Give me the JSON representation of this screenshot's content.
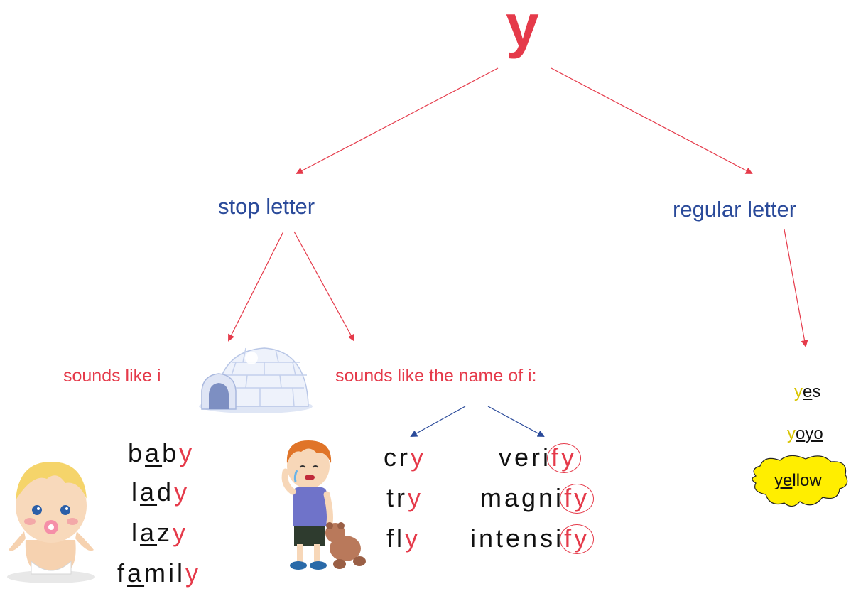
{
  "root": {
    "letter": "y"
  },
  "branches": {
    "stop": {
      "label": "stop letter"
    },
    "regular": {
      "label": "regular letter"
    }
  },
  "stop_subbranches": {
    "short_i": {
      "label": "sounds like i"
    },
    "long_i": {
      "label": "sounds like the name of i:"
    }
  },
  "short_i_words": [
    {
      "pre": "b",
      "vowel": "a",
      "mid": "b",
      "end": "y"
    },
    {
      "pre": "l",
      "vowel": "a",
      "mid": "d",
      "end": "y"
    },
    {
      "pre": "l",
      "vowel": "a",
      "mid": "z",
      "end": "y"
    },
    {
      "pre": "f",
      "vowel": "a",
      "mid": "mil",
      "end": "y"
    }
  ],
  "long_i_words_simple": [
    {
      "stem": "cr",
      "end": "y"
    },
    {
      "stem": "tr",
      "end": "y"
    },
    {
      "stem": "fl",
      "end": "y"
    }
  ],
  "long_i_words_fy": [
    {
      "stem": "veri",
      "end": "fy"
    },
    {
      "stem": "magni",
      "end": "fy"
    },
    {
      "stem": "intensi",
      "end": "fy"
    }
  ],
  "regular_words": [
    {
      "y": "y",
      "vowel": "e",
      "rest": "s"
    },
    {
      "y": "y",
      "vowel": "o",
      "rest": "yo"
    },
    {
      "y": "y",
      "vowel": "e",
      "rest": "llow"
    }
  ],
  "colors": {
    "accent_red": "#e53a4a",
    "label_blue": "#2a4a9a",
    "highlight_yellow": "#ffec00"
  },
  "icons": {
    "igloo": "igloo-icon",
    "baby": "baby-icon",
    "crying_boy": "crying-boy-icon",
    "splat": "yellow-splat-icon"
  }
}
